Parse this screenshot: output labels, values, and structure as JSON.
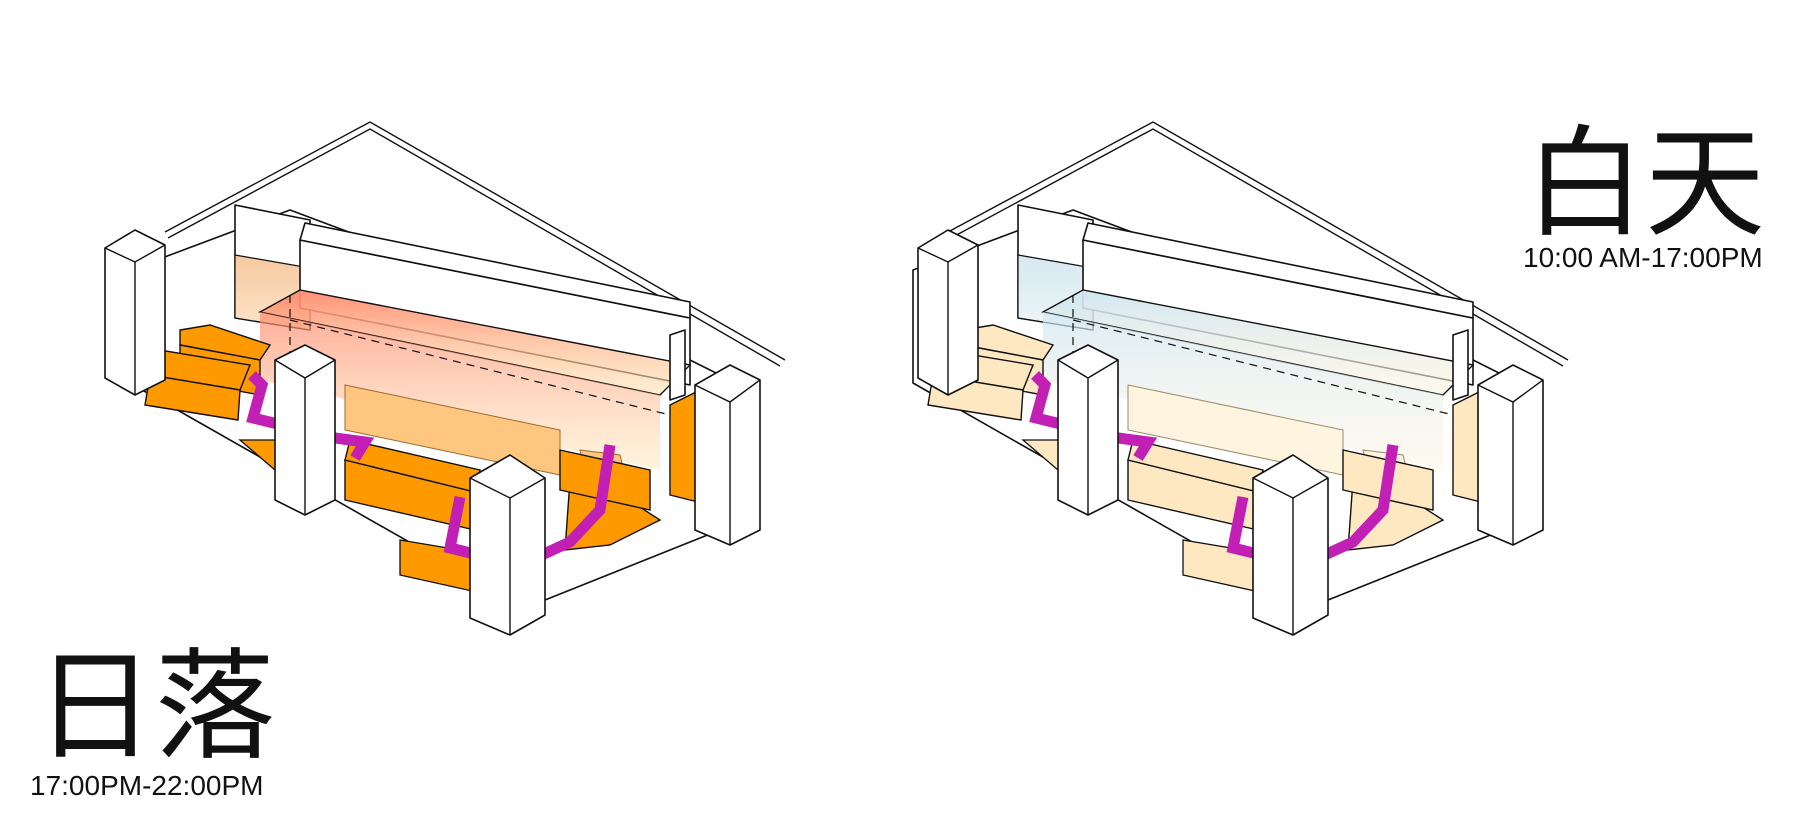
{
  "scenes": [
    {
      "id": "sunset",
      "title": "日落",
      "time_range": "17:00PM-22:00PM",
      "colors": {
        "furniture": "#ff9900",
        "furniture_faded": "#ffc680",
        "glow_top": "#ff8a6e",
        "glow_bottom": "#ffe3b0",
        "path": "#c21fb4"
      }
    },
    {
      "id": "daytime",
      "title": "白天",
      "time_range": "10:00 AM-17:00PM",
      "colors": {
        "furniture": "#fde8c2",
        "furniture_faded": "#fff4e0",
        "glow_top": "#cfe6f2",
        "glow_bottom": "#fdf3dc",
        "path": "#c21fb4"
      }
    }
  ]
}
